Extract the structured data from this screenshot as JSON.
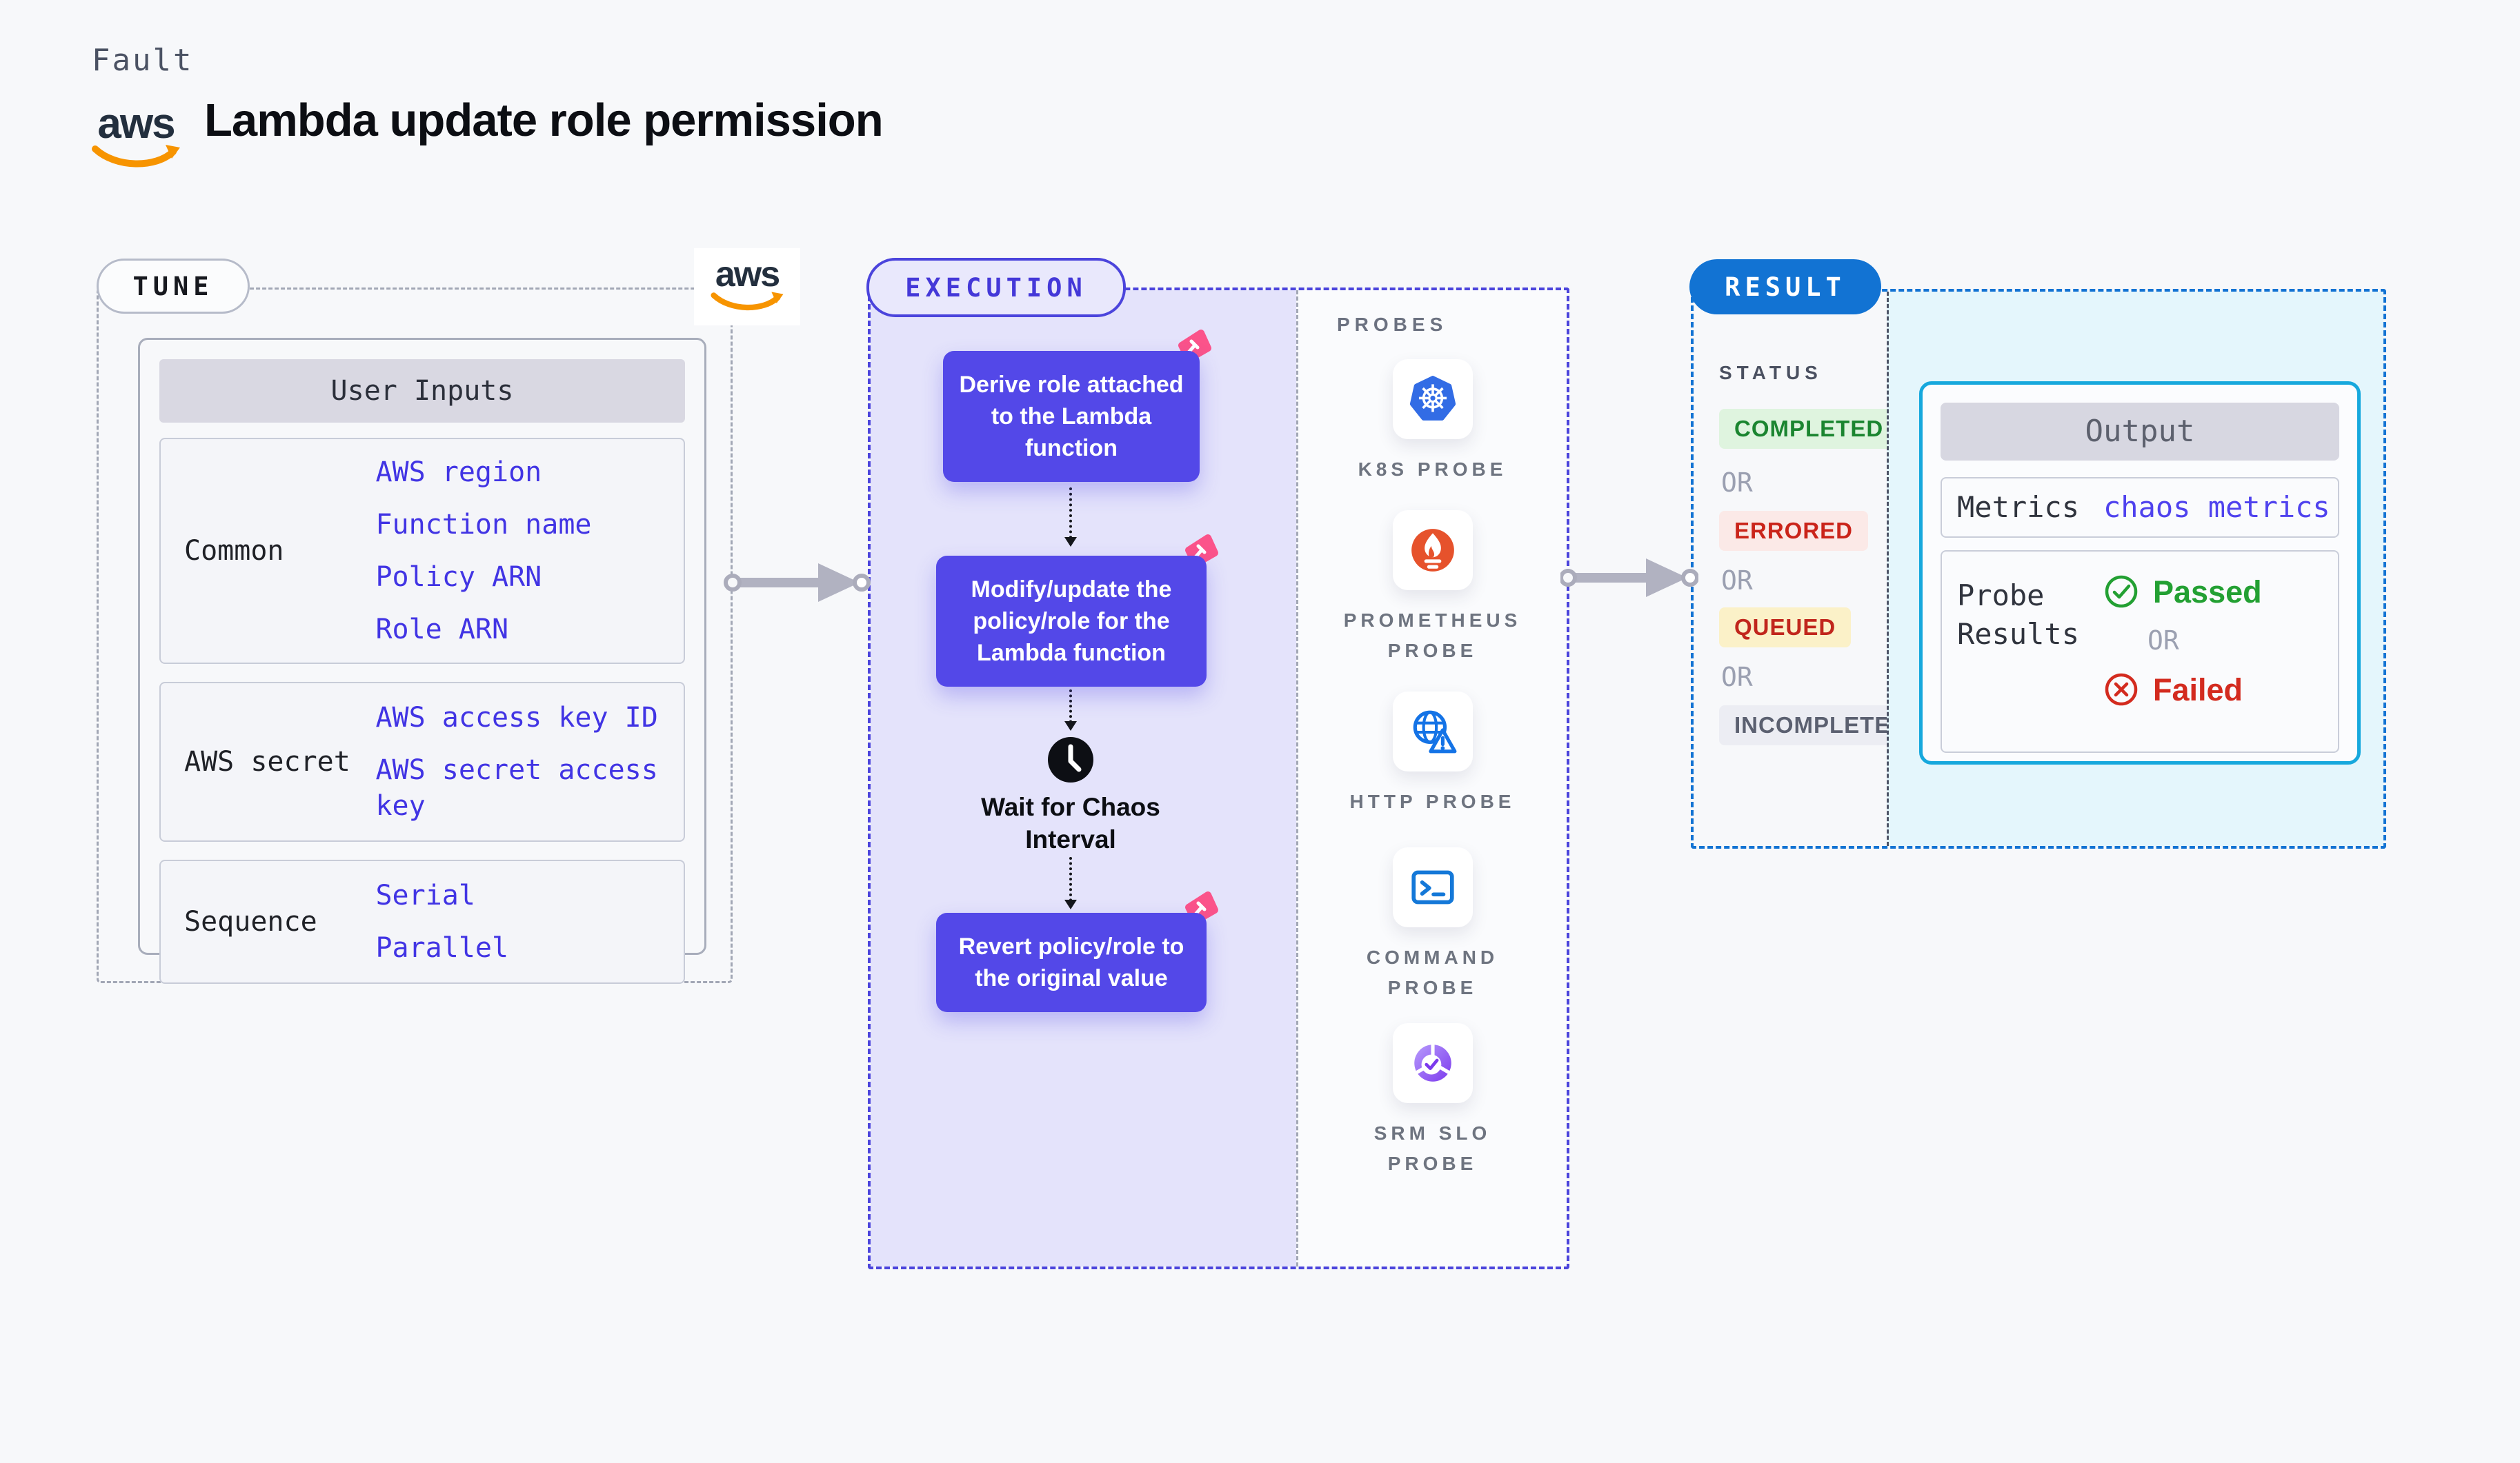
{
  "header": {
    "eyebrow": "Fault",
    "title": "Lambda update role permission",
    "aws_logo_text": "aws"
  },
  "tune": {
    "label": "TUNE",
    "table": {
      "title": "User Inputs",
      "rows": [
        {
          "label": "Common",
          "links": [
            "AWS region",
            "Function name",
            "Policy ARN",
            "Role ARN"
          ]
        },
        {
          "label": "AWS secret",
          "links": [
            "AWS access key ID",
            "AWS secret access key"
          ]
        },
        {
          "label": "Sequence",
          "links": [
            "Serial",
            "Parallel"
          ]
        }
      ]
    }
  },
  "execution": {
    "label": "EXECUTION",
    "steps": [
      {
        "lines": [
          "Derive role attached",
          "to the Lambda",
          "function"
        ]
      },
      {
        "lines": [
          "Modify/update the",
          "policy/role for the",
          "Lambda function"
        ]
      },
      {
        "lines": [
          "Revert policy/role to",
          "the original value"
        ]
      }
    ],
    "wait_label": [
      "Wait for Chaos",
      "Interval"
    ]
  },
  "probes": {
    "label": "PROBES",
    "items": [
      {
        "name": "K8S PROBE",
        "icon": "kubernetes-icon"
      },
      {
        "name": "PROMETHEUS PROBE",
        "icon": "prometheus-icon"
      },
      {
        "name": "HTTP PROBE",
        "icon": "http-globe-icon"
      },
      {
        "name": "COMMAND PROBE",
        "icon": "command-terminal-icon"
      },
      {
        "name": "SRM SLO PROBE",
        "icon": "srm-slo-icon"
      }
    ]
  },
  "result": {
    "label": "RESULT",
    "status_label": "STATUS",
    "or_label": "OR",
    "statuses": [
      {
        "label": "COMPLETED",
        "color": "green"
      },
      {
        "label": "ERRORED",
        "color": "red"
      },
      {
        "label": "QUEUED",
        "color": "yellow"
      },
      {
        "label": "INCOMPLETED",
        "color": "gray"
      }
    ],
    "output": {
      "title": "Output",
      "metrics_label": "Metrics",
      "metrics_value": "chaos metrics",
      "probe_results_label": "Probe Results",
      "passed_label": "Passed",
      "failed_label": "Failed"
    }
  },
  "colors": {
    "accent_indigo": "#5348E8",
    "accent_blue": "#1273D3",
    "accent_cyan": "#16A8DD",
    "aws_orange": "#F79400",
    "chaos_pink": "#FB538A",
    "passed_green": "#23A033",
    "failed_red": "#D32B1F"
  }
}
